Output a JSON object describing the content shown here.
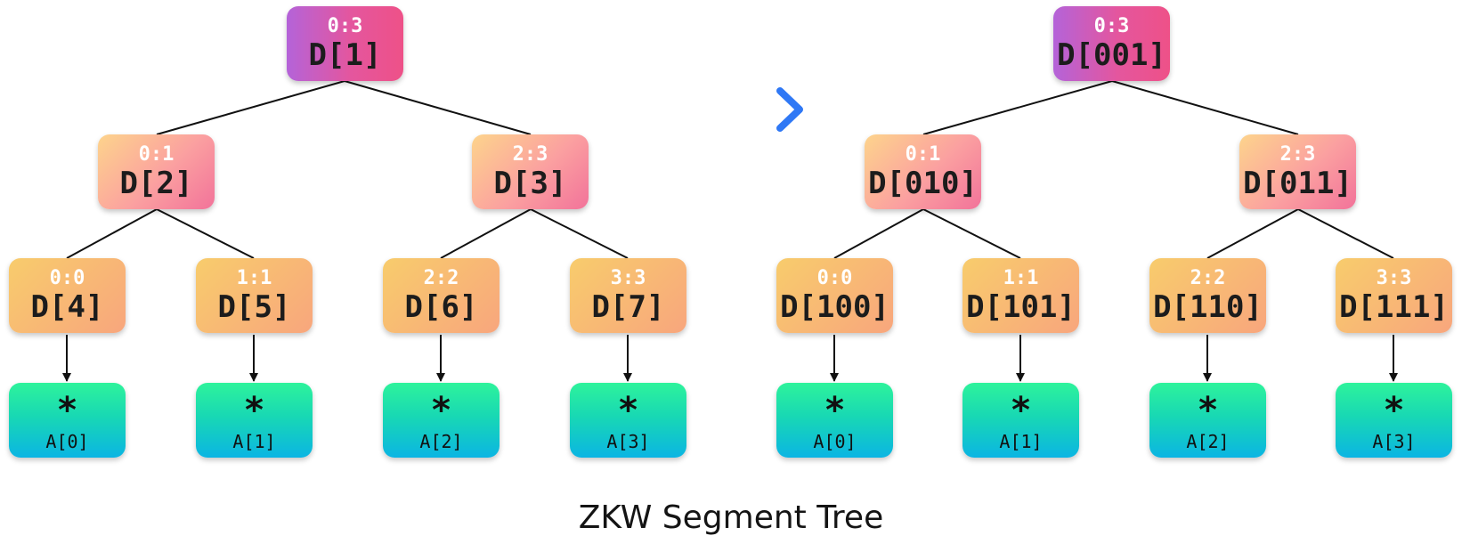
{
  "caption": "ZKW Segment Tree",
  "colors": {
    "root_gradient": [
      "#b463d9",
      "#ee5188"
    ],
    "level1_gradient": [
      "#fdd48c",
      "#f2739a"
    ],
    "level2_gradient": [
      "#f8cc6c",
      "#f8a67d"
    ],
    "leaf_gradient": [
      "#2ef39b",
      "#0bb5e3"
    ],
    "arrow_gradient": [
      "#6a16c9",
      "#2f78f5"
    ]
  },
  "icons": {
    "transform_arrow": "arrow-right-icon"
  },
  "left_tree": {
    "root": {
      "range": "0:3",
      "label": "D[1]"
    },
    "level1": [
      {
        "range": "0:1",
        "label": "D[2]"
      },
      {
        "range": "2:3",
        "label": "D[3]"
      }
    ],
    "level2": [
      {
        "range": "0:0",
        "label": "D[4]"
      },
      {
        "range": "1:1",
        "label": "D[5]"
      },
      {
        "range": "2:2",
        "label": "D[6]"
      },
      {
        "range": "3:3",
        "label": "D[7]"
      }
    ],
    "leaves": [
      {
        "symbol": "*",
        "label": "A[0]"
      },
      {
        "symbol": "*",
        "label": "A[1]"
      },
      {
        "symbol": "*",
        "label": "A[2]"
      },
      {
        "symbol": "*",
        "label": "A[3]"
      }
    ]
  },
  "right_tree": {
    "root": {
      "range": "0:3",
      "label": "D[001]"
    },
    "level1": [
      {
        "range": "0:1",
        "label": "D[010]"
      },
      {
        "range": "2:3",
        "label": "D[011]"
      }
    ],
    "level2": [
      {
        "range": "0:0",
        "label": "D[100]"
      },
      {
        "range": "1:1",
        "label": "D[101]"
      },
      {
        "range": "2:2",
        "label": "D[110]"
      },
      {
        "range": "3:3",
        "label": "D[111]"
      }
    ],
    "leaves": [
      {
        "symbol": "*",
        "label": "A[0]"
      },
      {
        "symbol": "*",
        "label": "A[1]"
      },
      {
        "symbol": "*",
        "label": "A[2]"
      },
      {
        "symbol": "*",
        "label": "A[3]"
      }
    ]
  }
}
